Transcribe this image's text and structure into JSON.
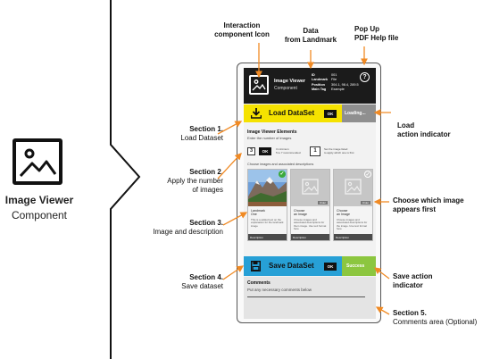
{
  "component": {
    "title": "Image Viewer",
    "subtitle": "Component"
  },
  "annotations": {
    "interaction_icon": [
      "Interaction",
      "component Icon"
    ],
    "data_landmark": [
      "Data",
      "from Landmark"
    ],
    "popup_help": [
      "Pop Up",
      "PDF Help file"
    ],
    "load_indicator": [
      "Load",
      "action indicator"
    ],
    "choose_image": [
      "Choose which image",
      "appears first"
    ],
    "save_indicator": [
      "Save action",
      "indicator"
    ]
  },
  "sections": [
    {
      "title": "Section 1.",
      "desc": [
        "Load Dataset"
      ]
    },
    {
      "title": "Section 2.",
      "desc": [
        "Apply the number",
        "of images"
      ]
    },
    {
      "title": "Section 3.",
      "desc": [
        "Image and description"
      ]
    },
    {
      "title": "Section 4.",
      "desc": [
        "Save dataset"
      ]
    },
    {
      "title": "Section 5.",
      "desc": [
        "Comments area (Optional)"
      ]
    }
  ],
  "phone": {
    "header": {
      "title": "Image Viewer",
      "subtitle": "Component",
      "fields": [
        {
          "key": "ID",
          "value": "001"
        },
        {
          "key": "Landmark",
          "value": "File"
        },
        {
          "key": "Position",
          "value": "304.1, 98.4, 289.5"
        },
        {
          "key": "Main Tag",
          "value": "Example"
        }
      ],
      "help": "?"
    },
    "load": {
      "label": "Load DataSet",
      "ok": "OK",
      "status": "Loading..."
    },
    "elements": {
      "title": "Image Viewer Elements",
      "subtitle": "Enter the number of images",
      "count": "3",
      "ok": "OK",
      "hint": [
        "3 minimum",
        "5 to 7 recommended"
      ],
      "first": "1",
      "first_hint": [
        "Set the image listed",
        "to apply which one is first"
      ],
      "choose": "Choose images and associated descriptions"
    },
    "cards": [
      {
        "title": [
          "Landmark",
          "One"
        ],
        "desc": "This is a added text on the explanation for the landmark image",
        "button": "Description",
        "flag": "Order",
        "check": "✓",
        "checked": true
      },
      {
        "title": [
          "Choose",
          "an Image"
        ],
        "desc": "Choose images and associated descriptions for them image. Use text format here",
        "button": "Description",
        "flag": "Order",
        "check": "",
        "checked": false
      },
      {
        "title": [
          "Choose",
          "an Image"
        ],
        "desc": "Choose images and associated descriptions for the image. Use text format here",
        "button": "Description",
        "flag": "Order",
        "check": "✓",
        "checked": false
      }
    ],
    "save": {
      "label": "Save DataSet",
      "ok": "OK",
      "status": "Success"
    },
    "comments": {
      "title": "Comments",
      "placeholder": "Put any necessary comments below"
    }
  },
  "colors": {
    "load_bar": "#f5e200",
    "loading": "#8f8f8f",
    "save_bar": "#27a0d6",
    "success": "#8cc63f",
    "arrow": "#f08a24",
    "header": "#1b1b1b"
  }
}
